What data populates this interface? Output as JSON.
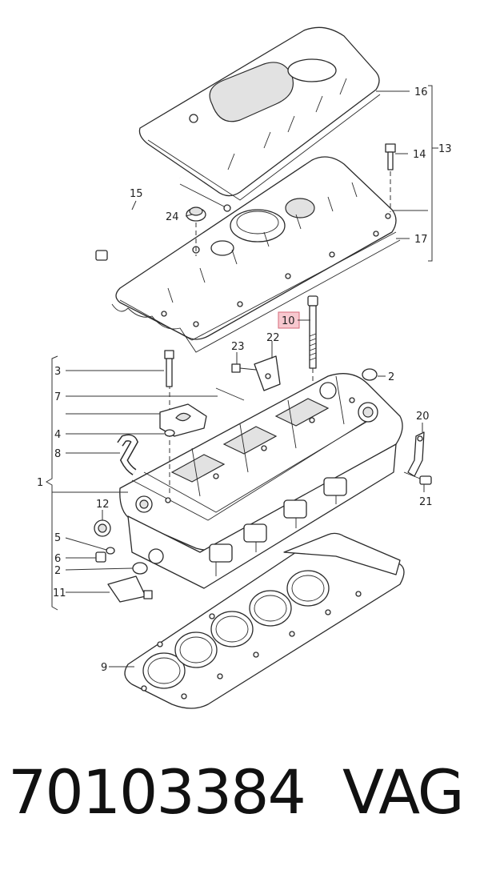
{
  "diagram": {
    "callouts": {
      "c1": "1",
      "c2a": "2",
      "c2b": "2",
      "c3": "3",
      "c4": "4",
      "c5": "5",
      "c6": "6",
      "c7": "7",
      "c8": "8",
      "c9": "9",
      "c10": "10",
      "c11": "11",
      "c12": "12",
      "c13": "13",
      "c14": "14",
      "c15": "15",
      "c16": "16",
      "c17": "17",
      "c20": "20",
      "c21": "21",
      "c22": "22",
      "c23": "23",
      "c24": "24"
    },
    "highlight_color": "#f7c8cf"
  },
  "footer": {
    "part_number": "70103384",
    "brand": "VAG"
  }
}
